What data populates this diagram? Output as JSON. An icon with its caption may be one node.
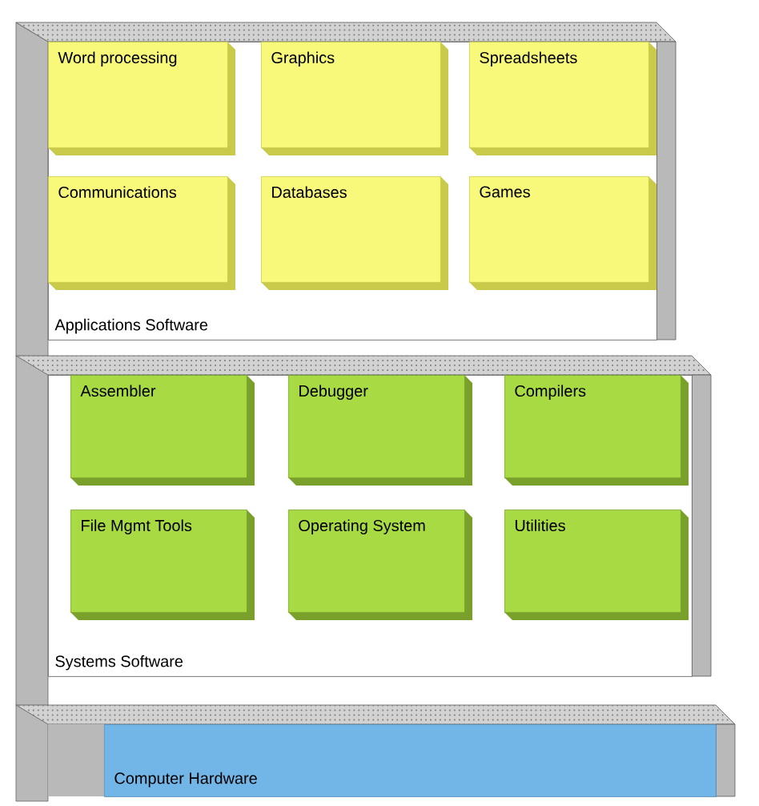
{
  "diagram": {
    "nodes": [
      {
        "text": [
          "Applications Software"
        ]
      },
      {
        "text": [
          "Word processing"
        ],
        "in": 0
      },
      {
        "text": [
          "Graphics"
        ],
        "in": 0
      },
      {
        "text": [
          "Spreadsheets"
        ],
        "in": 0
      },
      {
        "text": [
          "Communications"
        ],
        "in": 0
      },
      {
        "text": [
          "Databases"
        ],
        "in": 0
      },
      {
        "text": [
          "Games"
        ],
        "in": 0
      },
      {
        "text": [
          "Systems Software"
        ]
      },
      {
        "text": [
          "Assembler"
        ],
        "in": 7
      },
      {
        "text": [
          "Debugger"
        ],
        "in": 7
      },
      {
        "text": [
          "Compilers"
        ],
        "in": 7
      },
      {
        "text": [
          "File Mgmt Tools"
        ],
        "in": 7
      },
      {
        "text": [
          "Operating System"
        ],
        "in": 7
      },
      {
        "text": [
          "Utilities"
        ],
        "in": 7
      },
      {
        "text": [
          "Computer Hardware"
        ]
      }
    ]
  }
}
